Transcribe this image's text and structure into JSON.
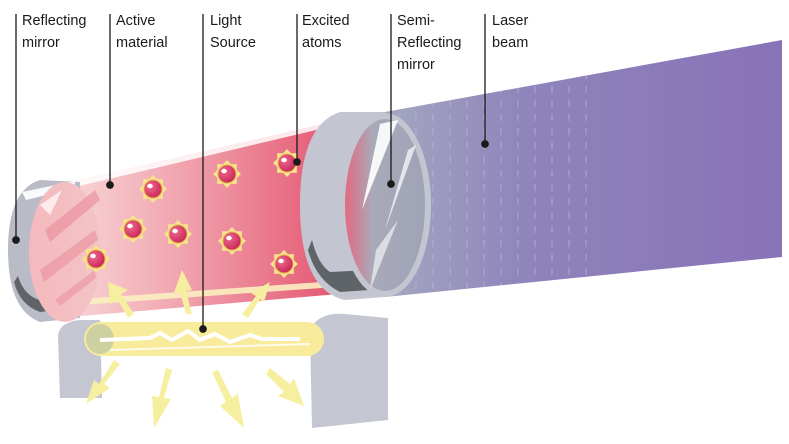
{
  "diagram": {
    "title": "Laser components",
    "labels": [
      {
        "id": "reflecting-mirror",
        "text": "Reflecting\nmirror"
      },
      {
        "id": "active-material",
        "text": "Active\nmaterial"
      },
      {
        "id": "light-source",
        "text": "Light\nSource"
      },
      {
        "id": "excited-atoms",
        "text": "Excited\natoms"
      },
      {
        "id": "semi-reflecting-mirror",
        "text": "Semi-\nReflecting\nmirror"
      },
      {
        "id": "laser-beam",
        "text": "Laser\nbeam"
      }
    ],
    "colors": {
      "tube_light": "#f7d4d6",
      "tube_dark": "#e4506e",
      "beam_start": "#9aa0bd",
      "beam_end": "#8a6fb8",
      "mirror_grey": "#c3c6d0",
      "mirror_dark": "#5f6468",
      "lamp_yellow": "#f8ec9c",
      "atom_red": "#d8356a",
      "atom_halo": "#f6e48c",
      "leader": "#1a1a1a"
    }
  }
}
